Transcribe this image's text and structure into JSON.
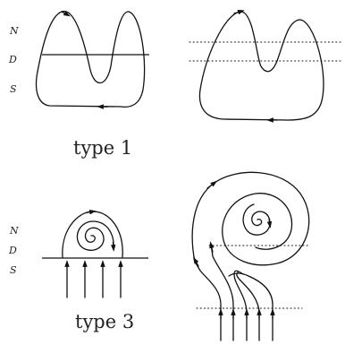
{
  "panels": {
    "top_left": {
      "labels": {
        "n": "N",
        "d": "D",
        "s": "S"
      }
    },
    "top_caption": "type 1",
    "bottom_left": {
      "labels": {
        "n": "N",
        "d": "D",
        "s": "S"
      }
    },
    "bottom_caption": "type 3"
  },
  "colors": {
    "stroke": "#111111",
    "background": "#ffffff"
  }
}
